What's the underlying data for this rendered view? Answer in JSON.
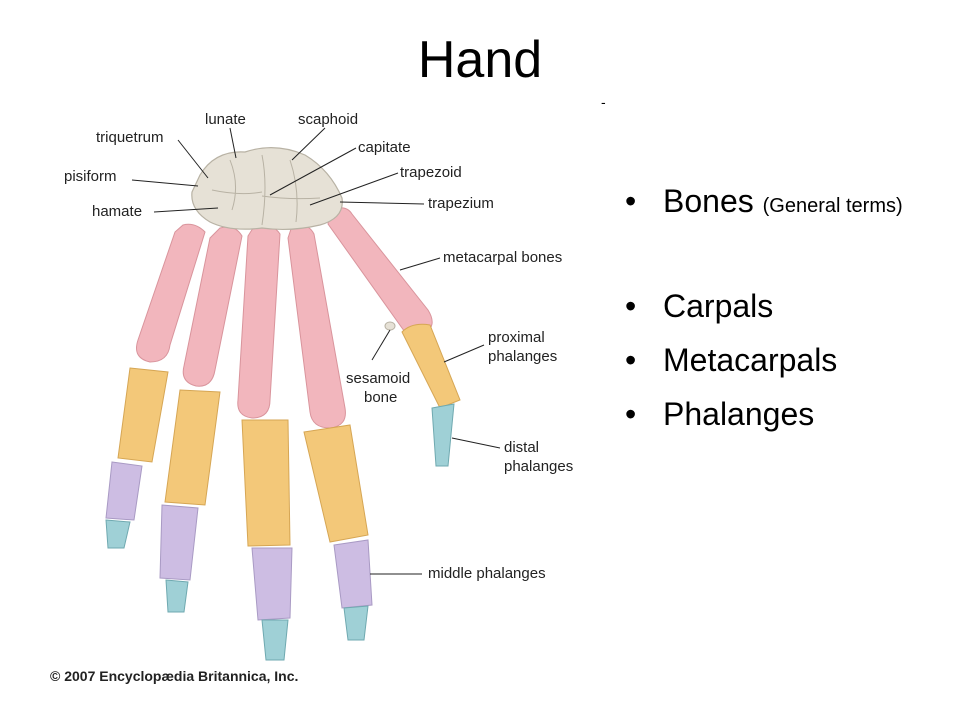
{
  "title": "Hand",
  "dash": "-",
  "bullets": [
    {
      "text": "Bones",
      "note": "(General terms)"
    },
    {
      "text": "Carpals"
    },
    {
      "text": "Metacarpals"
    },
    {
      "text": "Phalanges"
    }
  ],
  "diagram": {
    "labels": {
      "lunate": "lunate",
      "scaphoid": "scaphoid",
      "triquetrum": "triquetrum",
      "capitate": "capitate",
      "pisiform": "pisiform",
      "trapezoid": "trapezoid",
      "hamate": "hamate",
      "trapezium": "trapezium",
      "metacarpal": "metacarpal bones",
      "proximal1": "proximal",
      "proximal2": "phalanges",
      "sesamoid1": "sesamoid",
      "sesamoid2": "bone",
      "distal1": "distal",
      "distal2": "phalanges",
      "middle": "middle phalanges"
    },
    "copyright": "© 2007 Encyclopædia Britannica, Inc.",
    "colors": {
      "carpal": "#e6e1d6",
      "metacarpal": "#f2b6bd",
      "proximal": "#f3c879",
      "middle": "#cdbde3",
      "distal": "#9fd0d6"
    }
  }
}
